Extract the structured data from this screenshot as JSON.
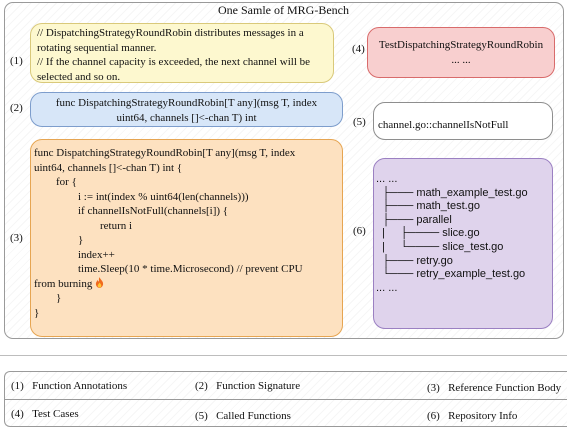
{
  "title": "One Samle of MRG-Bench",
  "labels": {
    "l1": "(1)",
    "l2": "(2)",
    "l3": "(3)",
    "l4": "(4)",
    "l5": "(5)",
    "l6": "(6)"
  },
  "annotation": [
    "// DispatchingStrategyRoundRobin distributes messages in a",
    "rotating sequential manner.",
    "// If the channel capacity is exceeded, the next channel will be",
    "selected and so on."
  ],
  "signature": [
    "func DispatchingStrategyRoundRobin[T any](msg T, index",
    "uint64, channels []<-chan T) int"
  ],
  "body": [
    "func DispatchingStrategyRoundRobin[T any](msg T, index",
    "uint64, channels []<-chan T) int {",
    "        for {",
    "                i := int(index % uint64(len(channels)))",
    "                if channelIsNotFull(channels[i]) {",
    "                        return i",
    "                }",
    "",
    "                index++",
    "                time.Sleep(10 * time.Microsecond) // prevent CPU",
    "from burning ",
    "        }",
    "}"
  ],
  "test_case": {
    "name": "TestDispatchingStrategyRoundRobin",
    "more": "... ..."
  },
  "called_function": "channel.go::channelIsNotFull",
  "repo_tree": [
    "... ...",
    "  ├─── math_example_test.go",
    "  ├─── math_test.go",
    "  ├─── parallel",
    "  |     ├──── slice.go",
    "  |     └──── slice_test.go",
    "  ├─── retry.go",
    "  └─── retry_example_test.go",
    "... ..."
  ],
  "legend": [
    {
      "num": "(1)",
      "text": "Function Annotations"
    },
    {
      "num": "(2)",
      "text": "Function Signature"
    },
    {
      "num": "(3)",
      "text": "Reference Function Body"
    },
    {
      "num": "(4)",
      "text": "Test Cases"
    },
    {
      "num": "(5)",
      "text": "Called Functions"
    },
    {
      "num": "(6)",
      "text": "Repository Info"
    }
  ],
  "colors": {
    "annotation": "#fdf8cf",
    "signature": "#d7e6f8",
    "body": "#fde1c0",
    "test": "#f8cfcf",
    "repo": "#dfd3ec",
    "flame": "#f06a1e"
  },
  "icons": [
    "fire-icon"
  ]
}
